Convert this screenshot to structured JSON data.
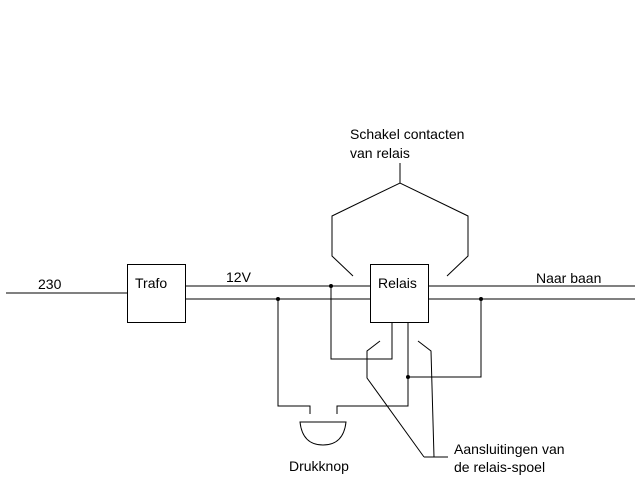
{
  "diagram": {
    "labels": {
      "input_voltage": "230",
      "transformer": "Trafo",
      "output_voltage": "12V",
      "relay": "Relais",
      "to_track": "Naar baan",
      "switch_contacts_line1": "Schakel contacten",
      "switch_contacts_line2": "van relais",
      "pushbutton": "Drukknop",
      "coil_connections_line1": "Aansluitingen van",
      "coil_connections_line2": "de relais-spoel"
    },
    "colors": {
      "line": "#000000",
      "background": "#ffffff"
    }
  }
}
